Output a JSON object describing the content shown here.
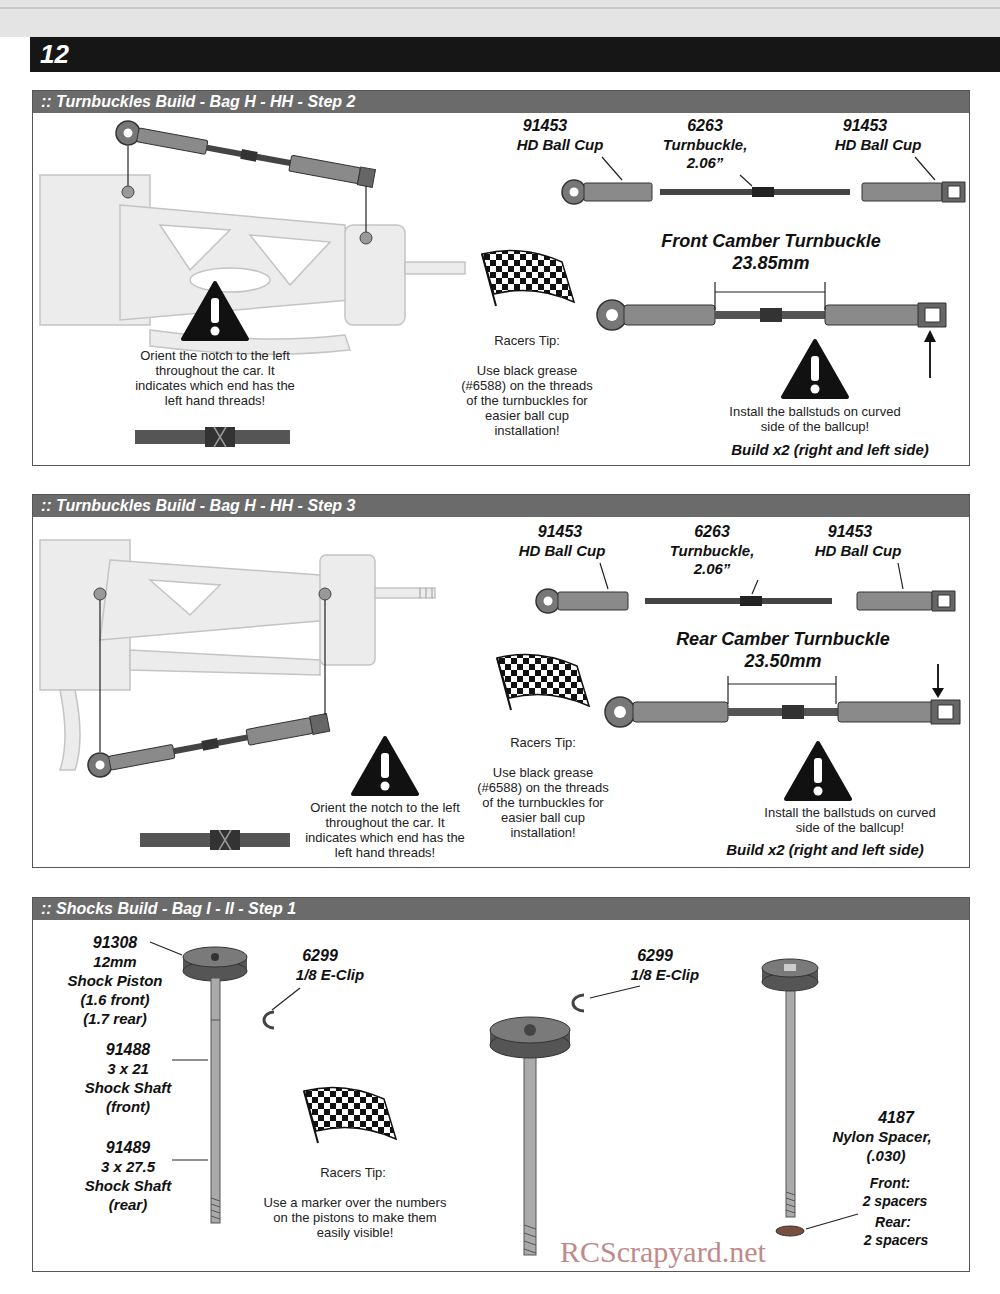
{
  "diagram": {
    "nodes": [
      {
        "text": [
          "12"
        ]
      },
      {
        "text": [
          ":: Turnbuckles Build - Bag H - HH - Step 2"
        ]
      },
      {
        "text": [
          ":: Turnbuckles Build - Bag H - HH - Step 3"
        ]
      },
      {
        "text": [
          ":: Shocks Build - Bag I - II - Step 1"
        ]
      }
    ],
    "labels": [
      "91453",
      "HD Ball Cup",
      "6263",
      "Turnbuckle,",
      "2.06”",
      "91453",
      "HD Ball Cup",
      "Front Camber Turnbuckle",
      "23.85mm",
      "Orient the notch to the left throughout the car.  It indicates which end has the left hand threads!",
      "Racers Tip:",
      "Use black grease (#6588) on the threads of the turnbuckles for easier ball cup installation!",
      "Install the ballstuds on curved side of the ballcup!",
      "Build x2 (right and left side)",
      "91453",
      "HD Ball Cup",
      "6263",
      "Turnbuckle,",
      "2.06”",
      "91453",
      "HD Ball Cup",
      "Rear Camber Turnbuckle",
      "23.50mm",
      "Orient the notch to the left throughout the car.  It indicates which end has the left hand threads!",
      "Racers Tip:",
      "Use black grease (#6588) on the threads of the turnbuckles for easier ball cup installation!",
      "Install the ballstuds on curved side of the ballcup!",
      "Build x2 (right and left side)",
      "91308",
      "12mm",
      "Shock Piston",
      "(1.6 front)",
      "(1.7 rear)",
      "6299",
      "1/8 E-Clip",
      "91488",
      "3 x 21",
      "Shock Shaft",
      "(front)",
      "91489",
      "3 x 27.5",
      "Shock Shaft",
      "(rear)",
      "Racers Tip:",
      "Use a marker over the numbers on the pistons to make them easily visible!",
      "6299",
      "1/8 E-Clip",
      "4187",
      "Nylon Spacer,",
      "(.030)",
      "Front:",
      "2 spacers",
      "Rear:",
      "2 spacers",
      "RCScrapyard.net"
    ]
  }
}
